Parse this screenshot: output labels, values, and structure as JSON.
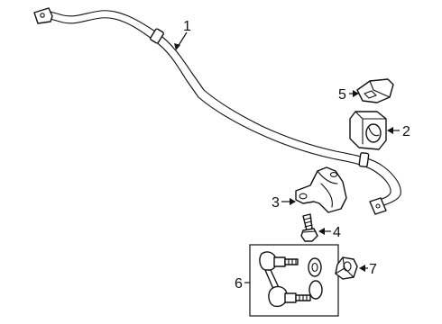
{
  "diagram": {
    "callouts": [
      {
        "id": "1",
        "label": "1",
        "part": "stabilizer-bar"
      },
      {
        "id": "2",
        "label": "2",
        "part": "bushing"
      },
      {
        "id": "3",
        "label": "3",
        "part": "bushing-bracket"
      },
      {
        "id": "4",
        "label": "4",
        "part": "bolt"
      },
      {
        "id": "5",
        "label": "5",
        "part": "bracket-insert"
      },
      {
        "id": "6",
        "label": "6",
        "part": "stabilizer-link-kit"
      },
      {
        "id": "7",
        "label": "7",
        "part": "nut"
      }
    ]
  }
}
